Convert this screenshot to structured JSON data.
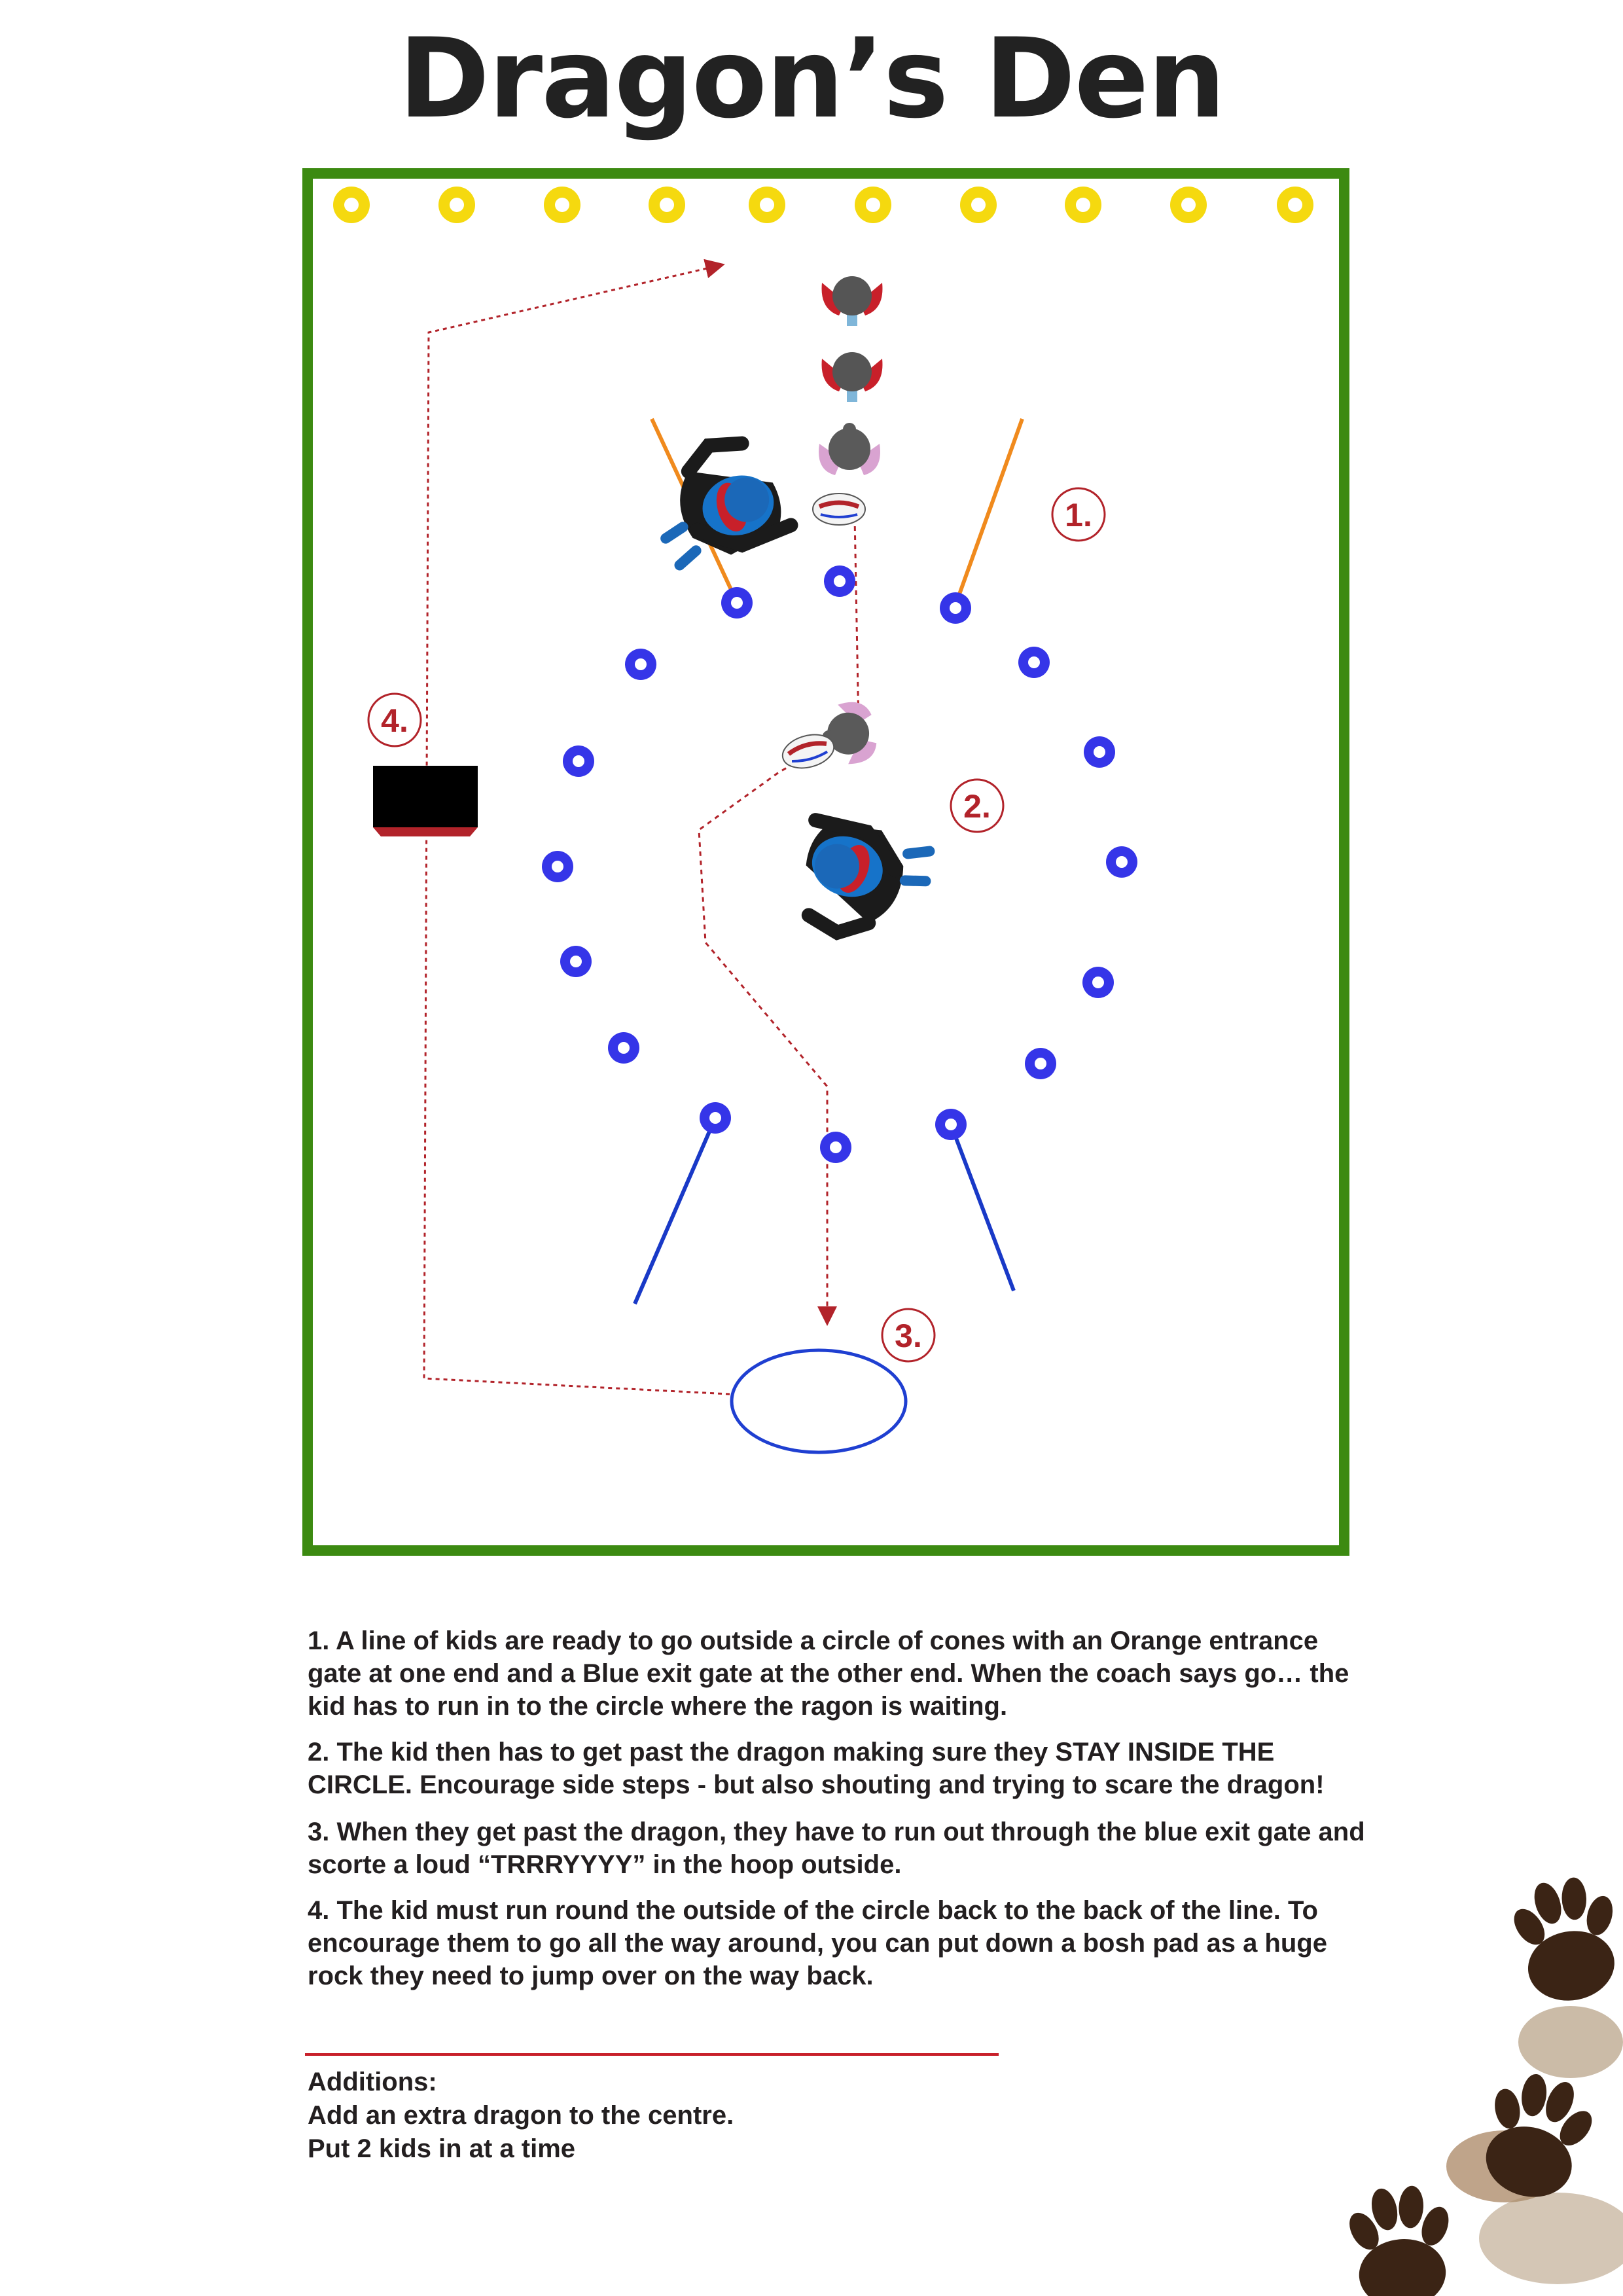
{
  "title": "Dragon’s Den",
  "colors": {
    "border": "#3c8a11",
    "yellow_cone": "#f5d90f",
    "blue_cone": "#3535e8",
    "entrance_gate": "#f08a1d",
    "exit_gate": "#1939c7",
    "path": "#b2232a",
    "hoop": "#1f3fd1",
    "step_marker": "#b2232a"
  },
  "diagram": {
    "step_markers": [
      "1.",
      "2.",
      "3.",
      "4."
    ],
    "icons": [
      "yellow-cone-icon",
      "blue-cone-icon",
      "player-kid-red-icon",
      "player-kid-pink-icon",
      "dragon-coach-icon",
      "rugby-ball-icon",
      "hoop-icon",
      "bosh-pad-icon",
      "paw-print-icon"
    ]
  },
  "instructions": [
    "1. A line of kids are ready to go outside a circle of cones with an Orange entrance gate at one end and a Blue exit gate at the other end. When the coach says go… the kid has to run in to the circle where the ragon is waiting.",
    "2. The kid then has to get past the dragon making sure they STAY INSIDE THE CIRCLE. Encourage side steps - but also shouting and trying to scare the dragon!",
    "3. When they get past the dragon, they have to run out through the blue exit gate and scorte a loud “TRRRYYYY” in the hoop outside.",
    "4. The kid must run round the outside of the circle back to the back of the line. To encourage them to go all the way around, you can put down a bosh pad as a huge rock they need to jump over on the way back."
  ],
  "additions": {
    "heading": "Additions:",
    "items": [
      "Add an extra dragon to the centre.",
      "Put 2 kids in at a time"
    ]
  }
}
